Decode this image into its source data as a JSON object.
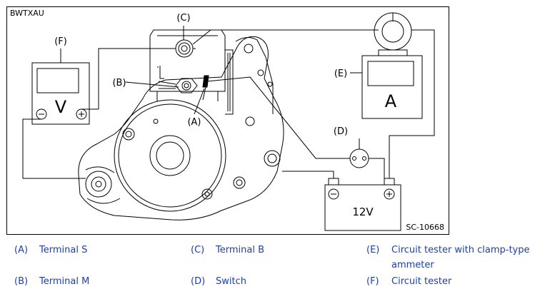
{
  "figure": {
    "code_top_left": "BWTXAU",
    "code_bottom_right": "SC-10668",
    "callouts": {
      "A": "(A)",
      "B": "(B)",
      "C": "(C)",
      "D": "(D)",
      "E": "(E)",
      "F": "(F)"
    },
    "voltmeter_symbol": "V",
    "ammeter_symbol": "A",
    "battery_label": "12V"
  },
  "legend": {
    "items": [
      {
        "key": "(A)",
        "label": "Terminal S"
      },
      {
        "key": "(B)",
        "label": "Terminal M"
      },
      {
        "key": "(C)",
        "label": "Terminal B"
      },
      {
        "key": "(D)",
        "label": "Switch"
      },
      {
        "key": "(E)",
        "label": "Circuit tester with clamp-type"
      },
      {
        "key": "",
        "label": "ammeter"
      },
      {
        "key": "(F)",
        "label": "Circuit tester"
      }
    ]
  },
  "colors": {
    "legend_text": "#1e3fa8",
    "line": "#000000"
  }
}
